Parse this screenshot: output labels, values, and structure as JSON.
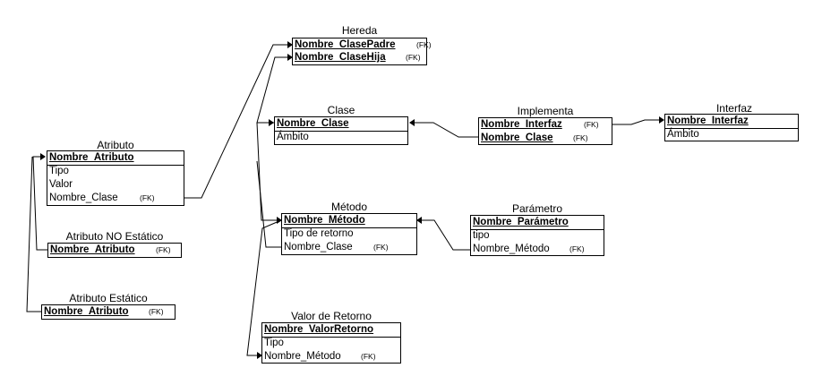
{
  "tables": {
    "hereda": {
      "title": "Hereda",
      "rows": [
        {
          "name": "Nombre_ClasePadre",
          "fk": "(FK)"
        },
        {
          "name": "Nombre_ClaseHija",
          "fk": "(FK)"
        }
      ]
    },
    "clase": {
      "title": "Clase",
      "rows": [
        {
          "name": "Nombre_Clase",
          "fk": ""
        },
        {
          "name": "Ámbito",
          "fk": ""
        }
      ]
    },
    "implementa": {
      "title": "Implementa",
      "rows": [
        {
          "name": "Nombre_Interfaz",
          "fk": "(FK)"
        },
        {
          "name": "Nombre_Clase",
          "fk": "(FK)"
        }
      ]
    },
    "interfaz": {
      "title": "Interfaz",
      "rows": [
        {
          "name": "Nombre_Interfaz",
          "fk": ""
        },
        {
          "name": "Ámbito",
          "fk": ""
        }
      ]
    },
    "atributo": {
      "title": "Atributo",
      "rows": [
        {
          "name": "Nombre_Atributo",
          "fk": ""
        },
        {
          "name": "Tipo",
          "fk": ""
        },
        {
          "name": "Valor",
          "fk": ""
        },
        {
          "name": "Nombre_Clase",
          "fk": "(FK)"
        }
      ]
    },
    "atributo_no_estatico": {
      "title": "Atributo NO Estático",
      "rows": [
        {
          "name": "Nombre_Atributo",
          "fk": "(FK)"
        }
      ]
    },
    "atributo_estatico": {
      "title": "Atributo Estático",
      "rows": [
        {
          "name": "Nombre_Atributo",
          "fk": "(FK)"
        }
      ]
    },
    "metodo": {
      "title": "Método",
      "rows": [
        {
          "name": "Nombre_Método",
          "fk": ""
        },
        {
          "name": "Tipo de retorno",
          "fk": ""
        },
        {
          "name": "Nombre_Clase",
          "fk": "(FK)"
        }
      ]
    },
    "parametro": {
      "title": "Parámetro",
      "rows": [
        {
          "name": "Nombre_Parámetro",
          "fk": ""
        },
        {
          "name": "tipo",
          "fk": ""
        },
        {
          "name": "Nombre_Método",
          "fk": "(FK)"
        }
      ]
    },
    "valor_retorno": {
      "title": "Valor de Retorno",
      "rows": [
        {
          "name": "Nombre_ValorRetorno",
          "fk": ""
        },
        {
          "name": "Tipo",
          "fk": ""
        },
        {
          "name": "Nombre_Método",
          "fk": "(FK)"
        }
      ]
    }
  }
}
